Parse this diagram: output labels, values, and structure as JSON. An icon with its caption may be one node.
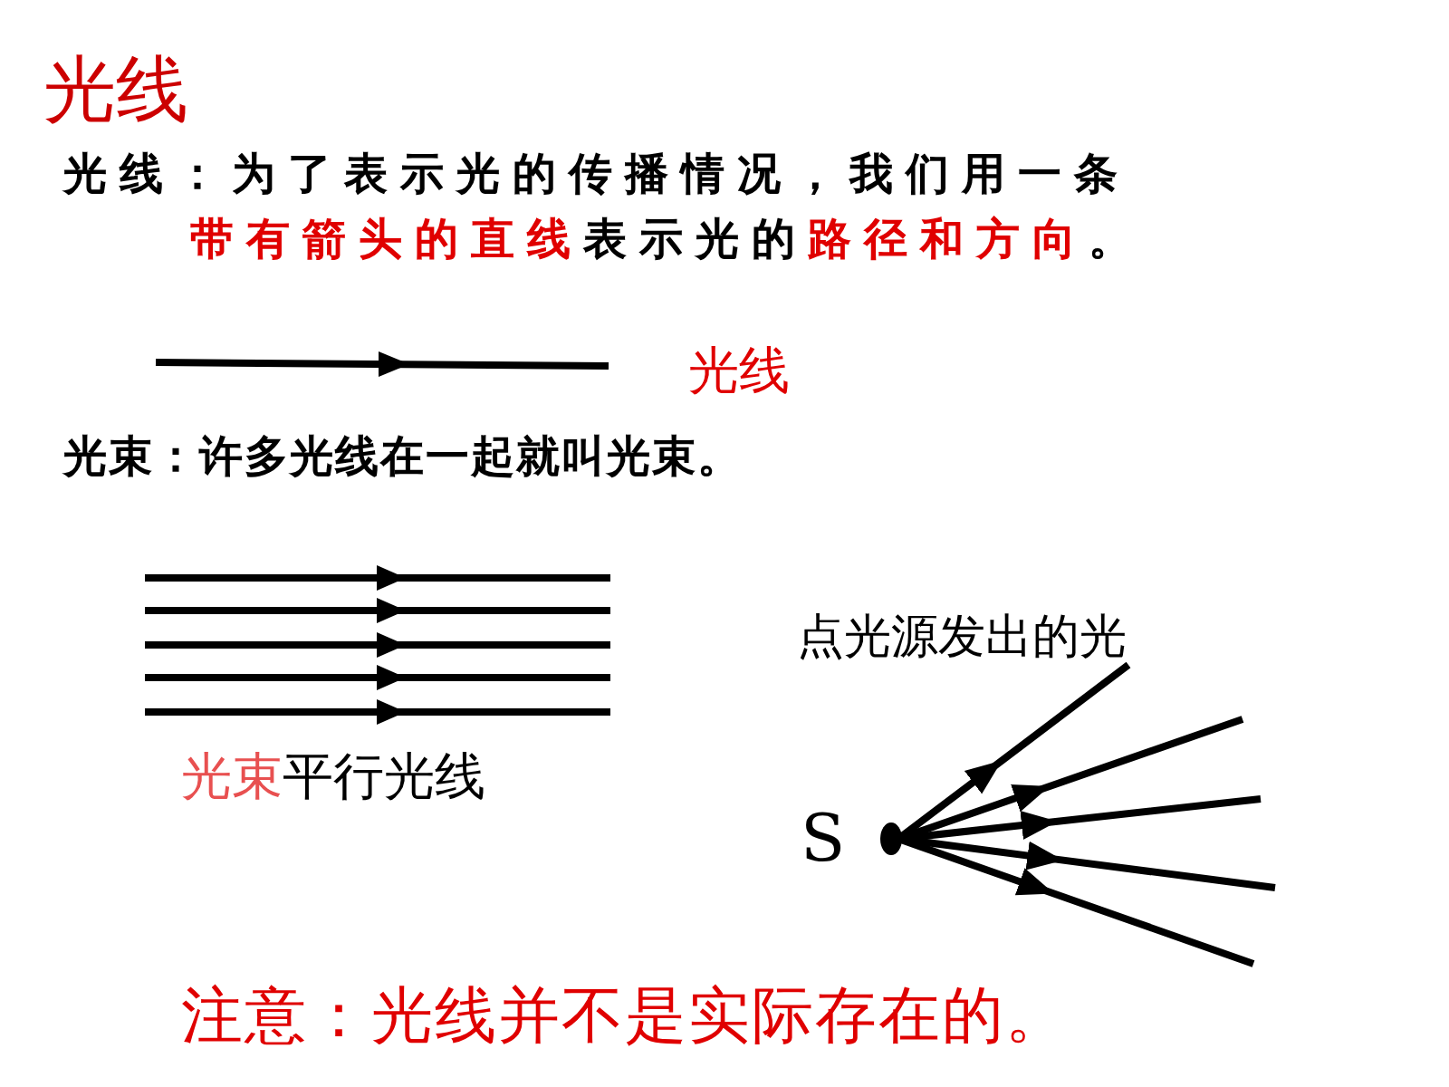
{
  "diagram": {
    "title": "光线",
    "labels": [
      "光线：为了表示光的传播情况，我们用一条**带有箭头的直线**表示光的**路径和方向**。",
      "光线",
      "光束：许多光线在一起就叫光束。",
      "**光束**平行光线",
      "点光源发出的光",
      "S",
      "注意：光线并不是实际存在的。"
    ]
  }
}
